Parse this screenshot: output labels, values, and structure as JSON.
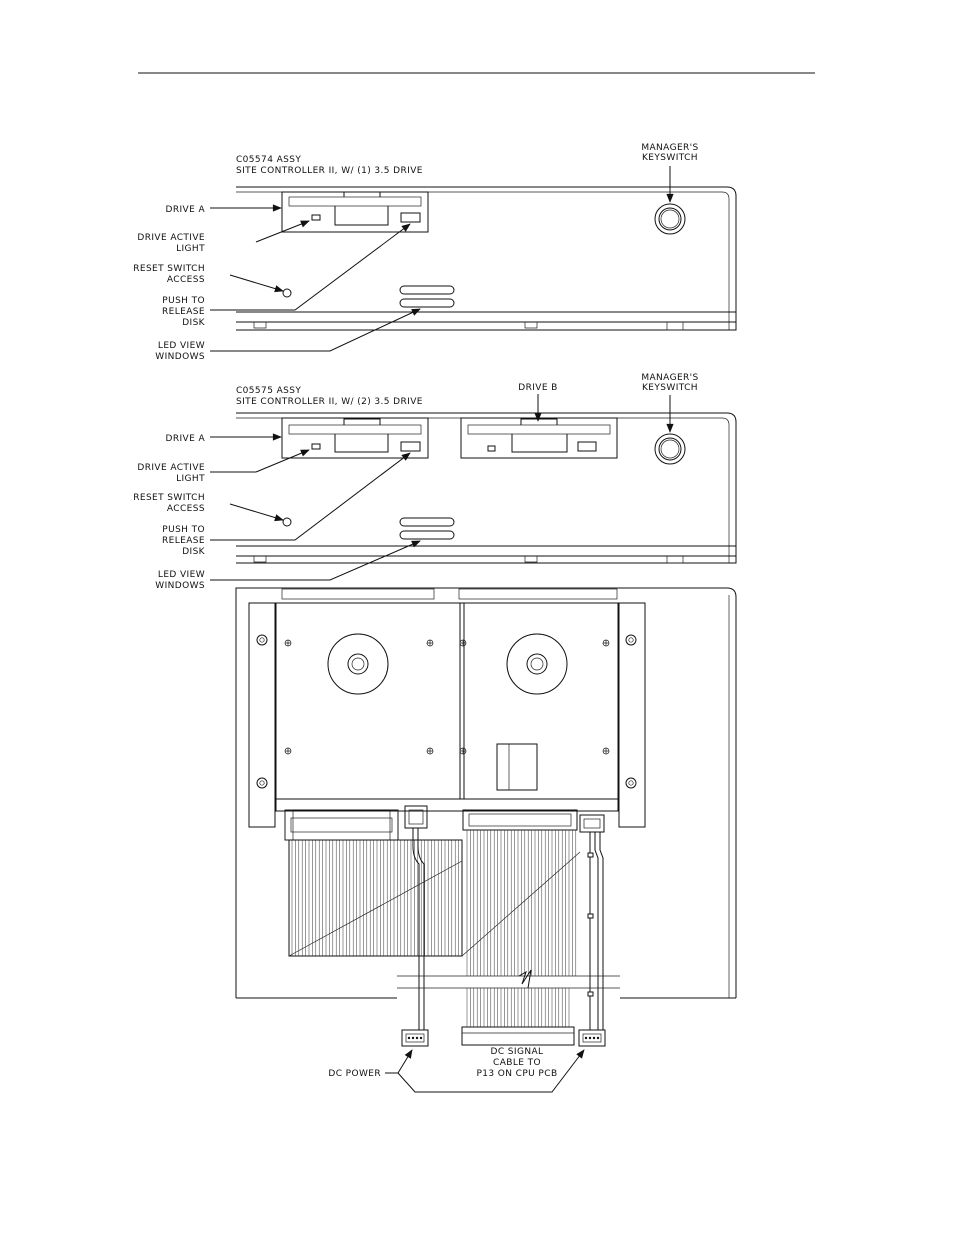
{
  "assembly1": {
    "title_line1": "C05574 ASSY",
    "title_line2": "SITE CONTROLLER II, W/ (1) 3.5 DRIVE",
    "keyswitch_line1": "MANAGER'S",
    "keyswitch_line2": "KEYSWITCH",
    "drive_a": "DRIVE A",
    "active_line1": "DRIVE ACTIVE",
    "active_line2": "LIGHT",
    "reset_line1": "RESET SWITCH",
    "reset_line2": "ACCESS",
    "push_line1": "PUSH TO",
    "push_line2": "RELEASE",
    "push_line3": "DISK",
    "led_line1": "LED VIEW",
    "led_line2": "WINDOWS"
  },
  "assembly2": {
    "title_line1": "C05575 ASSY",
    "title_line2": "SITE CONTROLLER II, W/ (2) 3.5 DRIVE",
    "drive_b": "DRIVE B",
    "keyswitch_line1": "MANAGER'S",
    "keyswitch_line2": "KEYSWITCH",
    "drive_a": "DRIVE A",
    "active_line1": "DRIVE ACTIVE",
    "active_line2": "LIGHT",
    "reset_line1": "RESET SWITCH",
    "reset_line2": "ACCESS",
    "push_line1": "PUSH TO",
    "push_line2": "RELEASE",
    "push_line3": "DISK",
    "led_line1": "LED VIEW",
    "led_line2": "WINDOWS"
  },
  "cabling": {
    "dc_power": "DC POWER",
    "signal_line1": "DC SIGNAL",
    "signal_line2": "CABLE TO",
    "signal_line3": "P13 ON CPU PCB"
  }
}
